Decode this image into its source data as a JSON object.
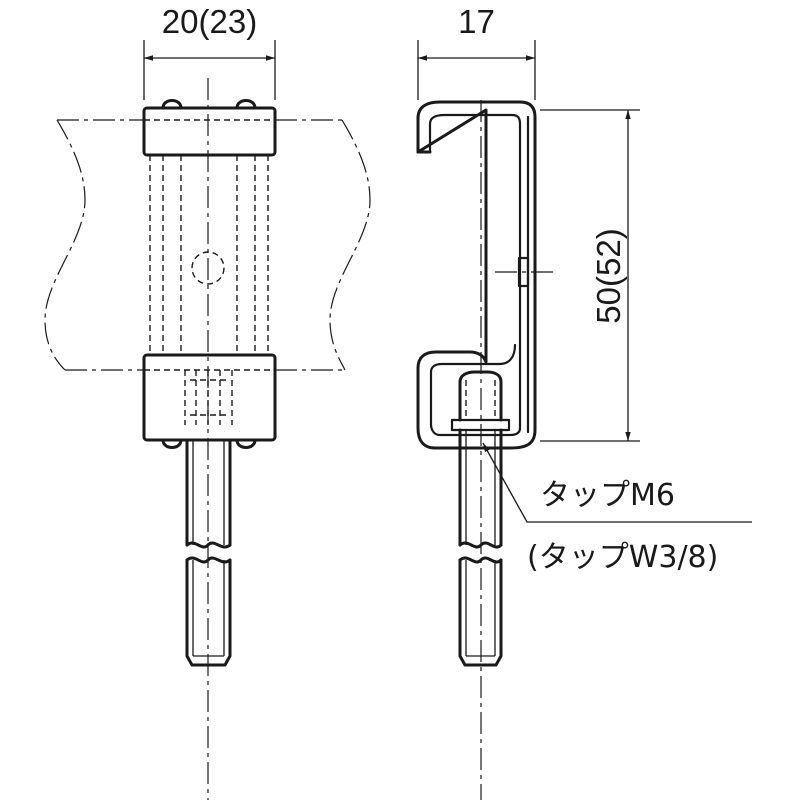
{
  "dimensions": {
    "width_label": "20(23)",
    "depth_label": "17",
    "height_label": "50(52)"
  },
  "notes": {
    "tap_primary": "タップM6",
    "tap_alternate": "(タップW3/8)"
  },
  "colors": {
    "line": "#1a1a1a",
    "background": "#ffffff"
  }
}
